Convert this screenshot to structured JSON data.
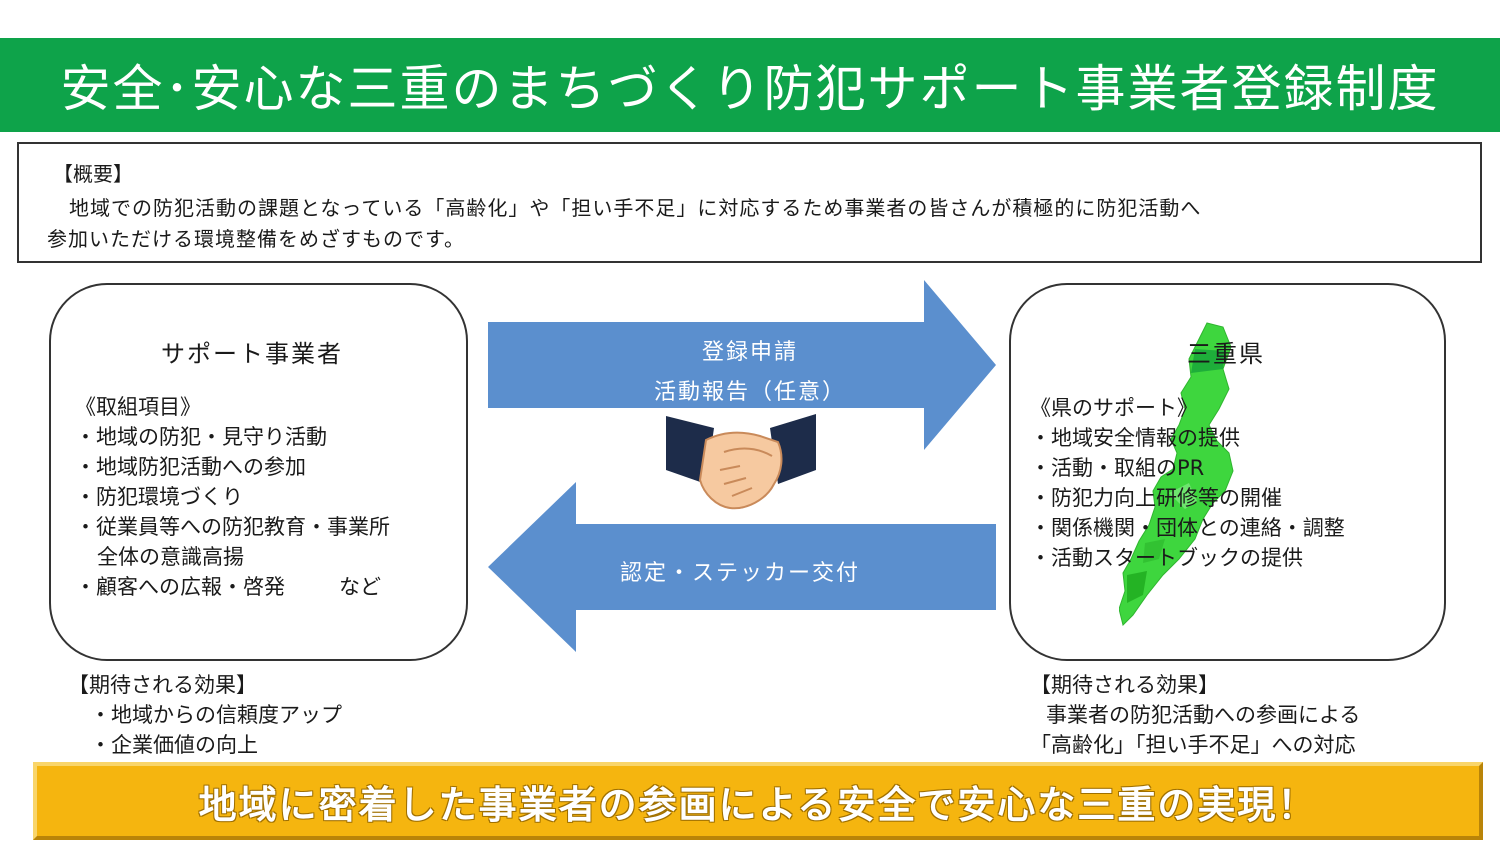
{
  "header": {
    "title": "安全･安心な三重のまちづくり防犯サポート事業者登録制度"
  },
  "overview": {
    "heading": "【概要】",
    "line1": "地域での防犯活動の課題となっている「高齢化」や「担い手不足」に対応するため事業者の皆さんが積極的に防犯活動へ",
    "line2": "参加いただける環境整備をめざすものです。"
  },
  "support_business": {
    "title": "サポート事業者",
    "items_heading": "《取組項目》",
    "items": [
      "・地域の防犯・見守り活動",
      "・地域防犯活動への参加",
      "・防犯環境づくり",
      "・従業員等への防犯教育・事業所",
      "全体の意識高揚",
      "・顧客への広報・啓発",
      "など"
    ]
  },
  "prefecture": {
    "title": "三重県",
    "items_heading": "《県のサポート》",
    "items": [
      "・地域安全情報の提供",
      "・活動・取組のPR",
      "・防犯力向上研修等の開催",
      "・関係機関・団体との連絡・調整",
      "・活動スタートブックの提供"
    ]
  },
  "arrows": {
    "right_line1": "登録申請",
    "right_line2": "活動報告（任意）",
    "left_label": "認定・ステッカー交付"
  },
  "effects_left": {
    "heading": "【期待される効果】",
    "items": [
      "・地域からの信頼度アップ",
      "・企業価値の向上"
    ]
  },
  "effects_right": {
    "heading": "【期待される効果】",
    "line1": "事業者の防犯活動への参画による",
    "line2": "「高齢化」「担い手不足」への対応"
  },
  "footer": {
    "slogan": "地域に密着した事業者の参画による安全で安心な三重の実現！"
  },
  "colors": {
    "title_bar": "#0ea34a",
    "arrow": "#5b8fce",
    "map": "#3ed63e",
    "bottom_bar": "#f5b50f"
  },
  "icons": {
    "center": "handshake-icon",
    "map": "mie-prefecture-map-icon"
  }
}
